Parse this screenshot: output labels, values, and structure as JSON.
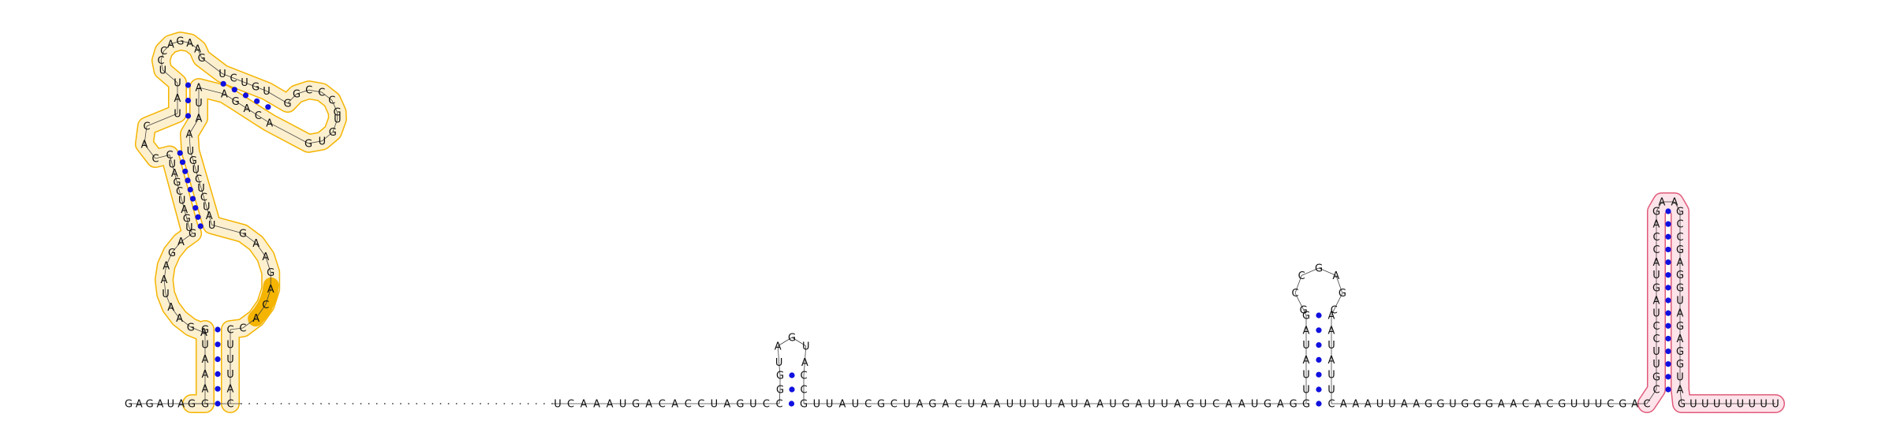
{
  "colors": {
    "domain1_fill": "#fdf0cf",
    "domain1_stroke": "#f4b400",
    "domain1_highlight": "#f4b400",
    "domain2_fill": "#fde4ea",
    "domain2_stroke": "#e05a7a",
    "base_pair": "#1010e0",
    "text": "#111111"
  },
  "backbone": {
    "five_prime": "GAGAUAG",
    "link_1": "UCAAAUGACACCUAGUCC",
    "link_2": "GUUAUCGCUAGACUAAUUUUAUAAUGAUUAGUCAAUGAGG",
    "link_3": "CAAAUUAAGGUGGGAACACGUUUCGAC",
    "three_prime": "GUUUUUUUU"
  },
  "domain1": {
    "stem1_left": "GAAAUG",
    "stem1_right": "CUUUAC",
    "loop_left": "AGAAUAAGAG",
    "loop_right": "GAAGACAC",
    "stem2_left": "UGAUCGAUC",
    "stem2_right": "UAUCUCUGU",
    "loop2_left": "CAC",
    "loop2_right": "A",
    "stem3_left": "UAU",
    "stem3_right": "AUA",
    "hairpin_top": "UCCAGAAG",
    "arm_top": "UCUGU",
    "arm_tip": "GGCCCG",
    "arm_bottom": "UGUGACAGA"
  },
  "hairpin_small": {
    "stem_left": "GG",
    "stem_right": "CC",
    "loop": "UAGUA"
  },
  "hairpin_mid": {
    "stem_left": "UUAUAG",
    "stem_right": "AAUAUU",
    "loop": "GCCGAGC"
  },
  "domain2": {
    "stem_left": "CGUUCCUAGUACCAG",
    "stem_right": "GCCGAGGUAGAGGUA",
    "loop": "AA"
  }
}
